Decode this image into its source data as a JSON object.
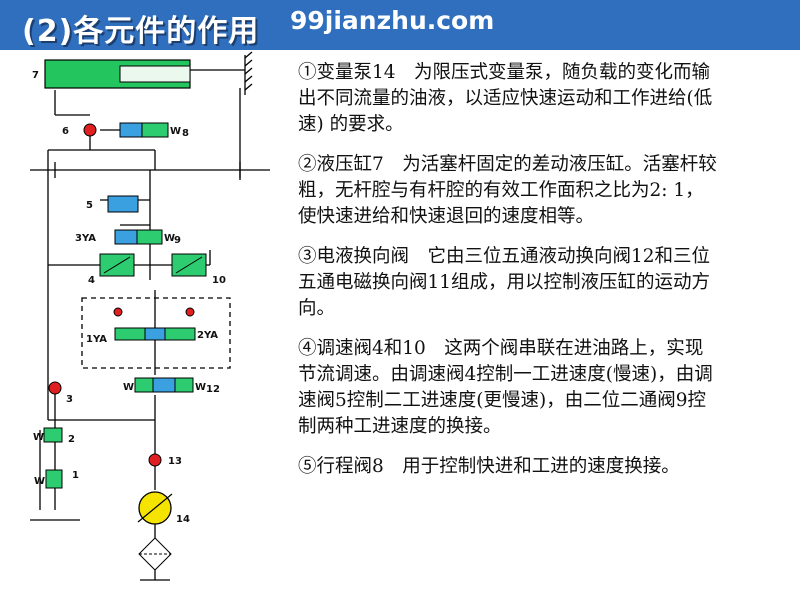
{
  "header": {
    "title": "(2)各元件的作用",
    "site": "99jianzhu.com"
  },
  "diagram": {
    "labels": {
      "l7": "7",
      "l6": "6",
      "l8": "8",
      "l5": "5",
      "l9": "9",
      "l3ya": "3YA",
      "l4": "4",
      "l10": "10",
      "l1ya": "1YA",
      "l2ya": "2YA",
      "l12": "12",
      "l3": "3",
      "l2": "2",
      "l1": "1",
      "l13": "13",
      "l14": "14",
      "w_a": "W",
      "w_b": "W",
      "w_c": "W",
      "w_d": "W",
      "w_e": "W",
      "w_f": "W"
    },
    "colors": {
      "line": "#000000",
      "cylinder": "#22c55e",
      "valve": "#2ecc71",
      "check": "#e02020",
      "pump": "#f5e400",
      "blue_valve": "#3aa0e0",
      "header": "#2f6fbd"
    }
  },
  "paragraphs": [
    "①变量泵14　为限压式变量泵，随负载的变化而输出不同流量的油液，以适应快速运动和工作进给(低速) 的要求。",
    "②液压缸7　为活塞杆固定的差动液压缸。活塞杆较粗，无杆腔与有杆腔的有效工作面积之比为2: 1，使快速进给和快速退回的速度相等。",
    "③电液换向阀　它由三位五通液动换向阀12和三位五通电磁换向阀11组成，用以控制液压缸的运动方向。",
    " ④调速阀4和10　这两个阀串联在进油路上，实现节流调速。由调速阀4控制一工进速度(慢速)，由调速阀5控制二工进速度(更慢速)，由二位二通阀9控制两种工进速度的换接。",
    " ⑤行程阀8　用于控制快进和工进的速度换接。"
  ]
}
